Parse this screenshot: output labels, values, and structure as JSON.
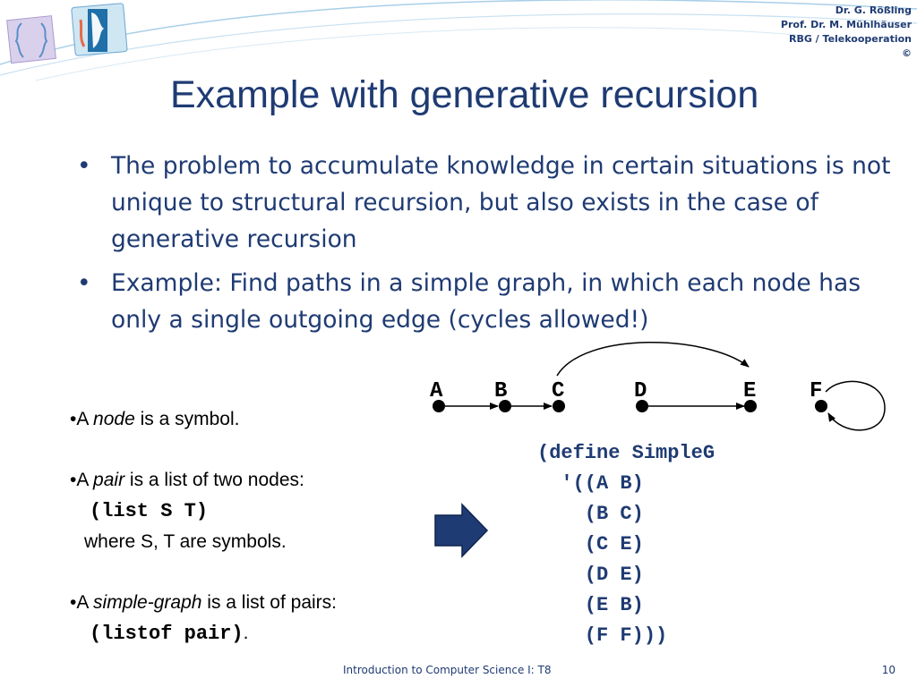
{
  "header": {
    "credits": [
      "Dr. G. Rößling",
      "Prof. Dr. M. Mühlhäuser",
      "RBG / Telekooperation",
      "©"
    ]
  },
  "slide": {
    "title": "Example with generative recursion",
    "bullets": [
      "The problem to accumulate knowledge in certain situations is not unique to structural recursion, but also exists in the case of generative recursion",
      "Example: Find paths in a simple graph, in which each node has only a single outgoing edge (cycles allowed!)"
    ],
    "bullet_symbol": "•"
  },
  "definitions": {
    "node_prefix": "•A ",
    "node_term": "node",
    "node_suffix": " is a symbol.",
    "pair_prefix": "•A ",
    "pair_term": "pair",
    "pair_suffix": " is a list of two nodes:",
    "pair_code": "(list S  T)",
    "pair_where": "where S, T are symbols.",
    "graph_prefix": "•A ",
    "graph_term": "simple-graph",
    "graph_suffix": " is a list of pairs:",
    "graph_code": "(listof pair)",
    "graph_code_end": "."
  },
  "graph": {
    "nodes": [
      "A",
      "B",
      "C",
      "D",
      "E",
      "F"
    ]
  },
  "code": {
    "lines": [
      "(define SimpleG",
      "  '((A B)",
      "    (B C)",
      "    (C E)",
      "    (D E)",
      "    (E B)",
      "    (F F)))"
    ]
  },
  "footer": {
    "course": "Introduction to Computer Science I: T8",
    "page": "10"
  },
  "colors": {
    "title": "#1f3b73",
    "code": "#1f3b73",
    "arrow_fill": "#1f3b73",
    "decoration": "#7fb6dd"
  }
}
